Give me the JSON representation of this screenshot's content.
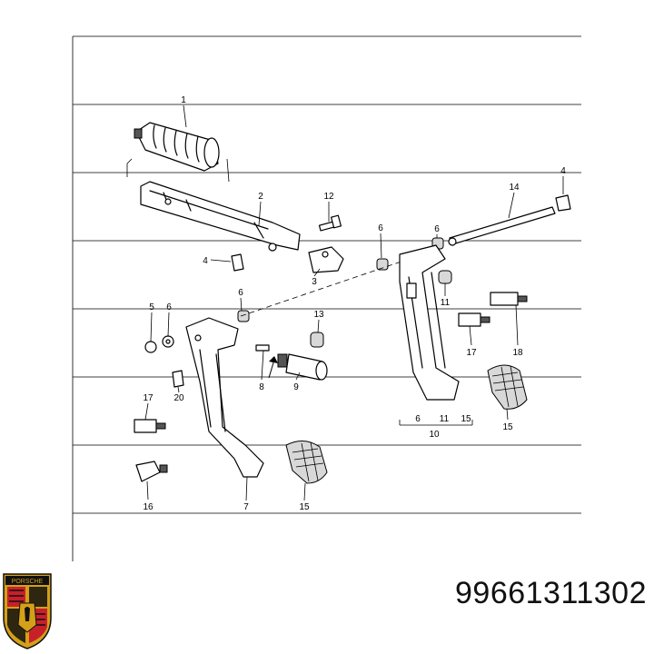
{
  "diagram": {
    "callouts": {
      "c1": "1",
      "c2": "2",
      "c3": "3",
      "c4a": "4",
      "c4b": "4",
      "c5": "5",
      "c6a": "6",
      "c6b": "6",
      "c6c": "6",
      "c6d": "6",
      "c7": "7",
      "c8": "8",
      "c9": "9",
      "c10": "10",
      "c11a": "11",
      "c11b": "11",
      "c12": "12",
      "c13": "13",
      "c14": "14",
      "c15a": "15",
      "c15b": "15",
      "c15c": "15",
      "c16": "16",
      "c17a": "17",
      "c17b": "17",
      "c18": "18",
      "c20": "20"
    }
  },
  "footer": {
    "part_number": "99661311302",
    "logo": {
      "icon": "porsche-crest-icon",
      "text": "PORSCHE",
      "colors": {
        "gold": "#d4a017",
        "red": "#c8202b",
        "black": "#111111"
      }
    }
  }
}
